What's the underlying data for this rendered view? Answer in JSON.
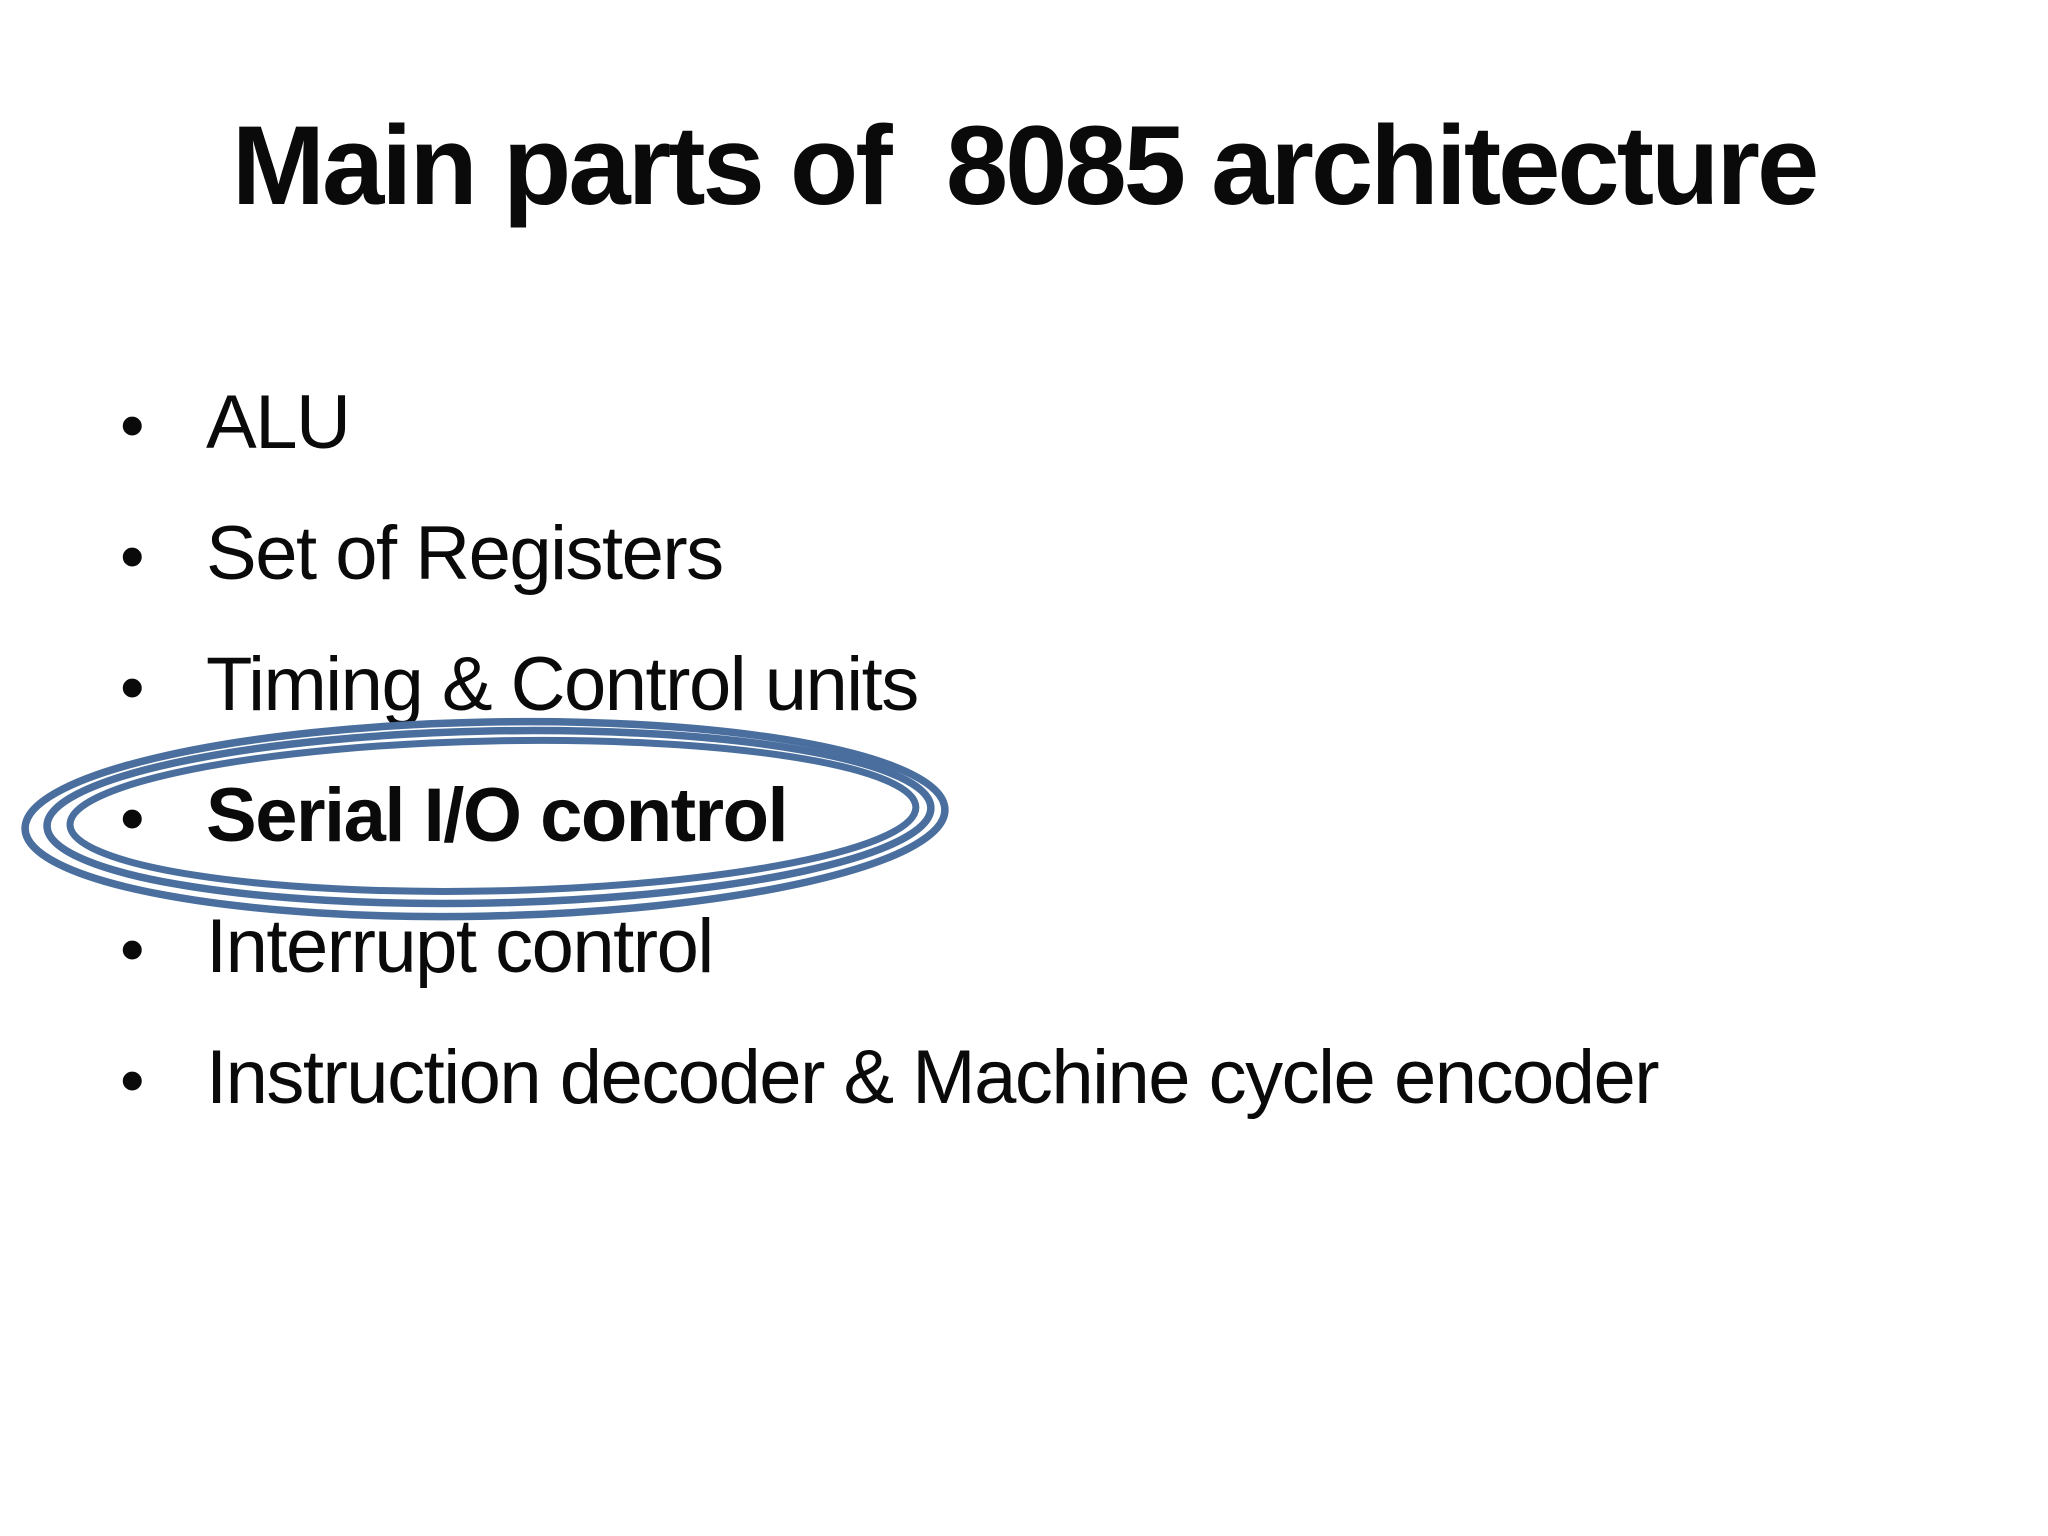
{
  "slide": {
    "title": "Main parts of  8085 architecture",
    "bullet_char": "•",
    "bullets": [
      {
        "label": "ALU"
      },
      {
        "label": "Set of Registers"
      },
      {
        "label": "Timing & Control units"
      },
      {
        "label": "Serial I/O control"
      },
      {
        "label": "Interrupt control"
      },
      {
        "label": "Instruction decoder & Machine cycle encoder"
      }
    ],
    "annotation": {
      "type": "triple-ellipse",
      "color": "#4a6f9e",
      "target": "Serial I/O control"
    }
  }
}
